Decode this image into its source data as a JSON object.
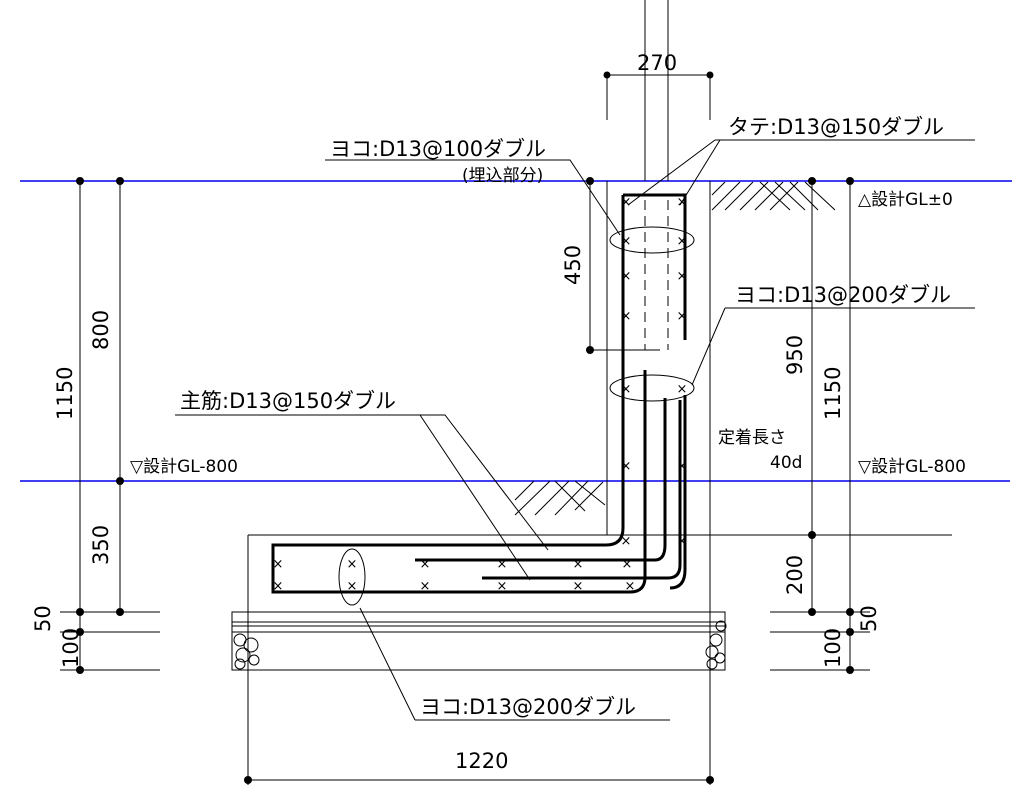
{
  "labels": {
    "top_width": "270",
    "vertical_rebar": "タテ:D13@150ダブル",
    "horizontal_embed": "ヨコ:D13@100ダブル",
    "embed_note": "(埋込部分)",
    "gl_zero": "△設計GL±0",
    "dim_450": "450",
    "horizontal_wall": "ヨコ:D13@200ダブル",
    "dim_800": "800",
    "dim_1150_left": "1150",
    "dim_950": "950",
    "dim_1150_right": "1150",
    "main_rebar": "主筋:D13@150ダブル",
    "anchor_length": "定着長さ",
    "anchor_value": "40d",
    "gl_800_left": "▽設計GL-800",
    "gl_800_right": "▽設計GL-800",
    "dim_350": "350",
    "dim_200": "200",
    "dim_50_left": "50",
    "dim_100_left": "100",
    "dim_100_right": "100",
    "dim_50_right": "50",
    "horizontal_footing": "ヨコ:D13@200ダブル",
    "dim_1220": "1220"
  },
  "colors": {
    "grade_line": "#0000ee"
  }
}
